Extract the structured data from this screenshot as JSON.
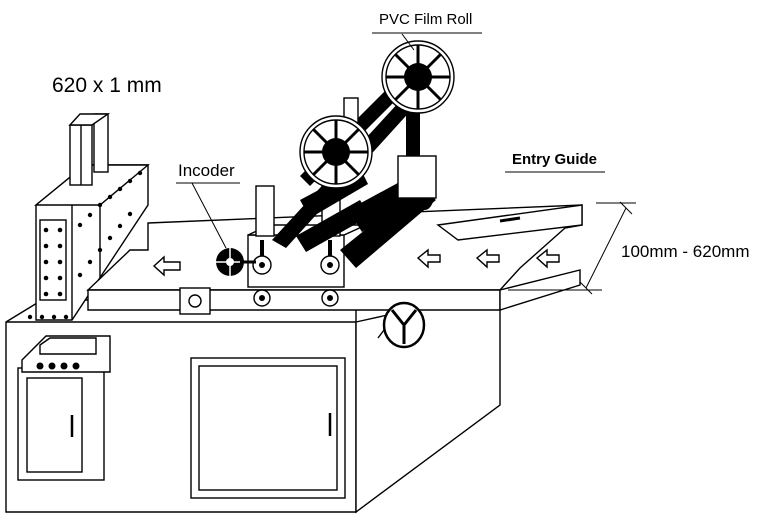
{
  "labels": {
    "size": "620 x 1 mm",
    "film_roll": "PVC Film Roll",
    "encoder": "Incoder",
    "entry_guide": "Entry Guide",
    "width_range": "100mm - 620mm"
  },
  "icons": [
    "arrow-left-icon",
    "handwheel-icon",
    "control-panel-icon"
  ],
  "colors": {
    "line": "#000000",
    "background": "#ffffff"
  }
}
